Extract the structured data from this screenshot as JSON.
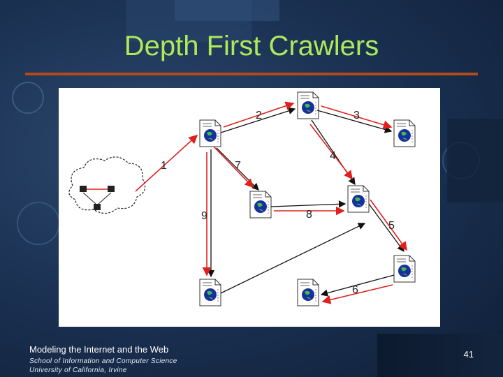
{
  "slide": {
    "title": "Depth First Crawlers",
    "footer": {
      "course": "Modeling the Internet and the Web",
      "school": "School of Information and Computer Science",
      "university": "University of California, Irvine"
    },
    "page_number": "41"
  },
  "diagram": {
    "edge_labels": [
      "1",
      "2",
      "3",
      "4",
      "5",
      "6",
      "7",
      "8",
      "9"
    ]
  },
  "colors": {
    "title": "#aee95a",
    "rule": "#b24a1a",
    "edge_red": "#e0201c",
    "edge_black": "#111111",
    "globe": "#1a2f9e"
  }
}
